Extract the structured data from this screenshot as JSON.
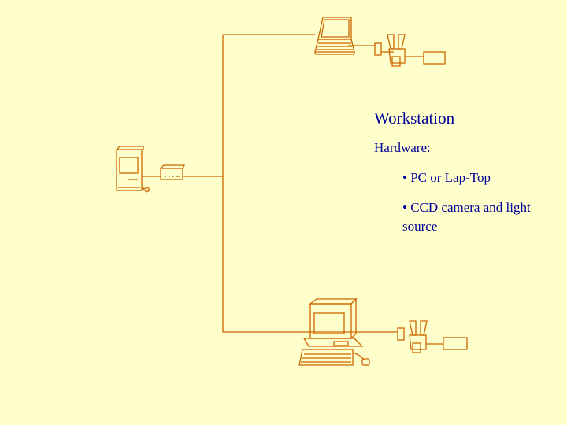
{
  "text": {
    "title": "Workstation",
    "hardware_label": "Hardware:",
    "bullet_pc": "• PC or Lap-Top",
    "bullet_ccd": "• CCD camera and light source"
  },
  "icons": [
    "server-computer-icon",
    "network-hub-icon",
    "laptop-icon",
    "desktop-computer-icon",
    "ccd-camera-icon",
    "light-source-icon"
  ],
  "colors": {
    "background": "#ffffcc",
    "line": "#cc6600",
    "text": "#000099"
  }
}
